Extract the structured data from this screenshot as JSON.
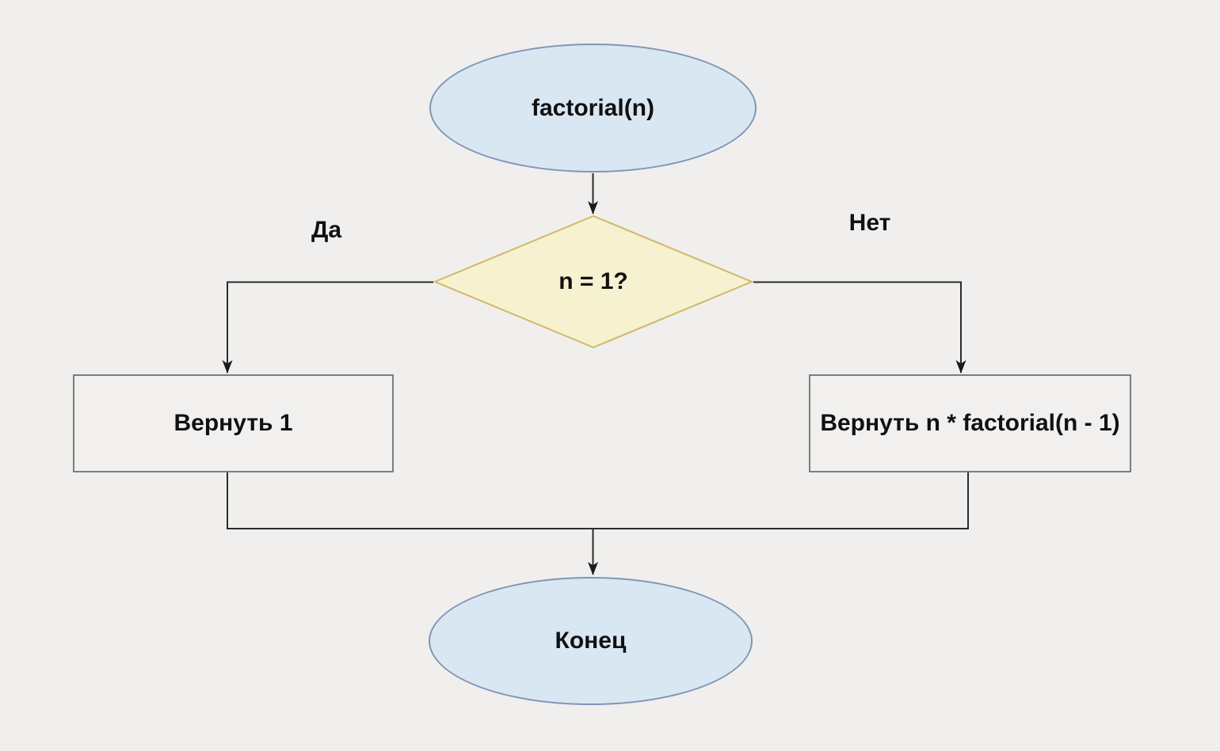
{
  "diagram": {
    "type": "flowchart",
    "nodes": {
      "start": {
        "label": "factorial(n)",
        "shape": "ellipse"
      },
      "decision": {
        "label": "n = 1?",
        "shape": "diamond"
      },
      "return_one": {
        "label": "Вернуть 1",
        "shape": "rectangle"
      },
      "return_recursive": {
        "label": "Вернуть n * factorial(n - 1)",
        "shape": "rectangle"
      },
      "end": {
        "label": "Конец",
        "shape": "ellipse"
      }
    },
    "edge_labels": {
      "yes": "Да",
      "no": "Нет"
    },
    "edges": [
      {
        "from": "start",
        "to": "decision"
      },
      {
        "from": "decision",
        "to": "return_one",
        "label": "Да"
      },
      {
        "from": "decision",
        "to": "return_recursive",
        "label": "Нет"
      },
      {
        "from": "return_one",
        "to": "end"
      },
      {
        "from": "return_recursive",
        "to": "end"
      }
    ],
    "colors": {
      "background": "#f0efee",
      "terminal_fill": "#d9e7f3",
      "terminal_stroke": "#8295b5",
      "decision_fill": "#f6f1cf",
      "decision_stroke": "#d2b868",
      "process_fill": "#f1f0ef",
      "process_stroke": "#7d7d7d",
      "connector": "#2b2b2b",
      "text": "#111111"
    }
  }
}
